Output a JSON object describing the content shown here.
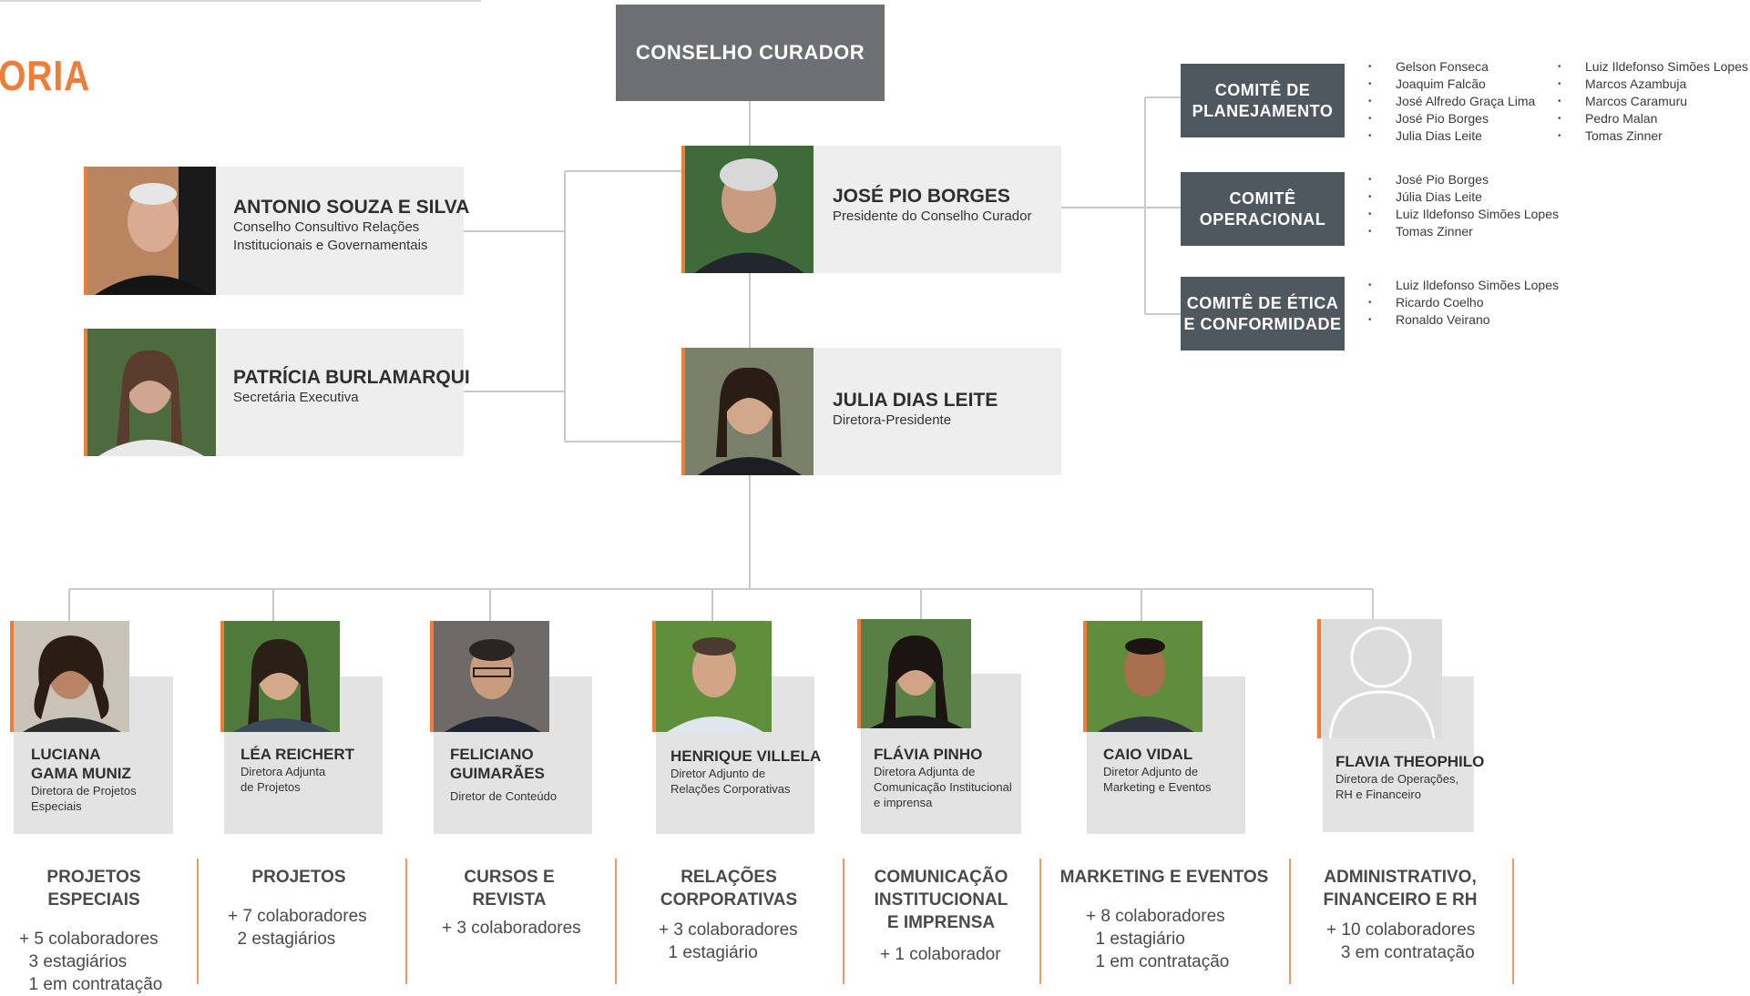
{
  "header": {
    "title_fragment": "ORIA"
  },
  "board": {
    "title": "CONSELHO CURADOR"
  },
  "leaders": [
    {
      "name": "JOSÉ PIO BORGES",
      "role": "Presidente do Conselho Curador"
    },
    {
      "name": "JULIA DIAS LEITE",
      "role": "Diretora-Presidente"
    }
  ],
  "advisors": [
    {
      "name": "ANTONIO SOUZA E SILVA",
      "role_line1": "Conselho Consultivo Relações",
      "role_line2": "Institucionais e Governamentais"
    },
    {
      "name": "PATRÍCIA BURLAMARQUI",
      "role_line1": "Secretária Executiva",
      "role_line2": ""
    }
  ],
  "committees": [
    {
      "title_line1": "COMITÊ DE",
      "title_line2": "PLANEJAMENTO",
      "members_col1": [
        "Gelson Fonseca",
        "Joaquim Falcão",
        "José Alfredo Graça Lima",
        "José Pio Borges",
        "Julia Dias Leite"
      ],
      "members_col2": [
        "Luiz Ildefonso Simões Lopes",
        "Marcos Azambuja",
        "Marcos Caramuru",
        "Pedro Malan",
        "Tomas Zinner"
      ]
    },
    {
      "title_line1": "COMITÊ",
      "title_line2": "OPERACIONAL",
      "members_col1": [
        "José Pio Borges",
        "Júlia Dias Leite",
        "Luiz Ildefonso Simões Lopes",
        "Tomas Zinner"
      ]
    },
    {
      "title_line1": "COMITÊ DE ÉTICA",
      "title_line2": "E CONFORMIDADE",
      "members_col1": [
        "Luiz Ildefonso Simões Lopes",
        "Ricardo Coelho",
        "Ronaldo Veirano"
      ]
    }
  ],
  "directors": [
    {
      "name_line1": "LUCIANA",
      "name_line2": "GAMA MUNIZ",
      "role_line1": "Diretora de Projetos",
      "role_line2": "Especiais",
      "role_line3": "",
      "dept_line1": "PROJETOS ESPECIAIS",
      "dept_line2": "",
      "dept_line3": "",
      "staff": [
        "+ 5 colaboradores",
        "  3 estagiários",
        "  1 em contratação"
      ]
    },
    {
      "name_line1": "LÉA REICHERT",
      "name_line2": "",
      "role_line1": "Diretora Adjunta",
      "role_line2": "de Projetos",
      "role_line3": "",
      "dept_line1": "PROJETOS",
      "dept_line2": "",
      "dept_line3": "",
      "staff": [
        "+ 7 colaboradores",
        "  2 estagiários",
        ""
      ]
    },
    {
      "name_line1": "FELICIANO",
      "name_line2": "GUIMARÃES",
      "role_line1": "Diretor de Conteúdo",
      "role_line2": "",
      "role_line3": "",
      "dept_line1": "CURSOS E",
      "dept_line2": "REVISTA",
      "dept_line3": "",
      "staff": [
        "+ 3 colaboradores",
        "",
        ""
      ]
    },
    {
      "name_line1": "HENRIQUE VILLELA",
      "name_line2": "",
      "role_line1": "Diretor Adjunto de",
      "role_line2": "Relações Corporativas",
      "role_line3": "",
      "dept_line1": "RELAÇÕES",
      "dept_line2": "CORPORATIVAS",
      "dept_line3": "",
      "staff": [
        "+ 3 colaboradores",
        "  1 estagiário",
        ""
      ]
    },
    {
      "name_line1": "FLÁVIA PINHO",
      "name_line2": "",
      "role_line1": "Diretora Adjunta de",
      "role_line2": "Comunicação Institucional",
      "role_line3": "e imprensa",
      "dept_line1": "COMUNICAÇÃO",
      "dept_line2": "INSTITUCIONAL",
      "dept_line3": "E IMPRENSA",
      "staff": [
        "+ 1 colaborador",
        "",
        ""
      ]
    },
    {
      "name_line1": "CAIO VIDAL",
      "name_line2": "",
      "role_line1": "Diretor Adjunto de",
      "role_line2": "Marketing e Eventos",
      "role_line3": "",
      "dept_line1": "MARKETING E EVENTOS",
      "dept_line2": "",
      "dept_line3": "",
      "staff": [
        "+ 8 colaboradores",
        "  1 estagiário",
        "  1 em contratação"
      ]
    },
    {
      "name_line1": "FLAVIA THEOPHILO",
      "name_line2": "",
      "role_line1": "Diretora de Operações,",
      "role_line2": "RH e Financeiro",
      "role_line3": "",
      "dept_line1": "ADMINISTRATIVO,",
      "dept_line2": "FINANCEIRO E RH",
      "dept_line3": "",
      "staff": [
        "+ 10 colaboradores",
        "   3 em contratação",
        ""
      ]
    }
  ]
}
